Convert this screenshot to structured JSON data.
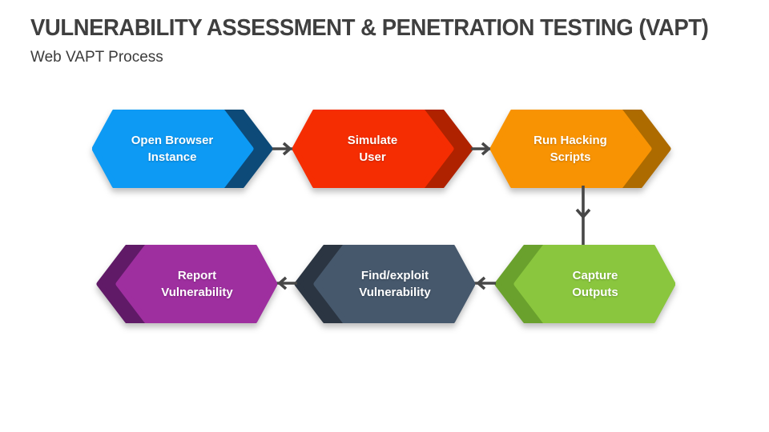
{
  "slide": {
    "title": "VULNERABILITY ASSESSMENT & PENETRATION TESTING (VAPT)",
    "subtitle": "Web VAPT Process",
    "background_color": "#ffffff",
    "title_color": "#3f3f3f"
  },
  "diagram": {
    "type": "process-flow",
    "flow": "top row left-to-right, down, bottom row right-to-left",
    "arrow_color": "#474747",
    "steps": [
      {
        "order": 1,
        "line1": "Open Browser",
        "line2": "Instance",
        "color": "#0d9af4",
        "back_color": "#0d4a78",
        "direction": "right"
      },
      {
        "order": 2,
        "line1": "Simulate",
        "line2": "User",
        "color": "#f52d02",
        "back_color": "#af2200",
        "direction": "right"
      },
      {
        "order": 3,
        "line1": "Run Hacking",
        "line2": "Scripts",
        "color": "#f89303",
        "back_color": "#ad6b00",
        "direction": "right"
      },
      {
        "order": 4,
        "line1": "Capture",
        "line2": "Outputs",
        "color": "#8ac63e",
        "back_color": "#6aa12d",
        "direction": "left"
      },
      {
        "order": 5,
        "line1": "Find/exploit",
        "line2": "Vulnerability",
        "color": "#46586c",
        "back_color": "#2b3542",
        "direction": "left"
      },
      {
        "order": 6,
        "line1": "Report",
        "line2": "Vulnerability",
        "color": "#9e2f9f",
        "back_color": "#601a67",
        "direction": "left"
      }
    ]
  }
}
